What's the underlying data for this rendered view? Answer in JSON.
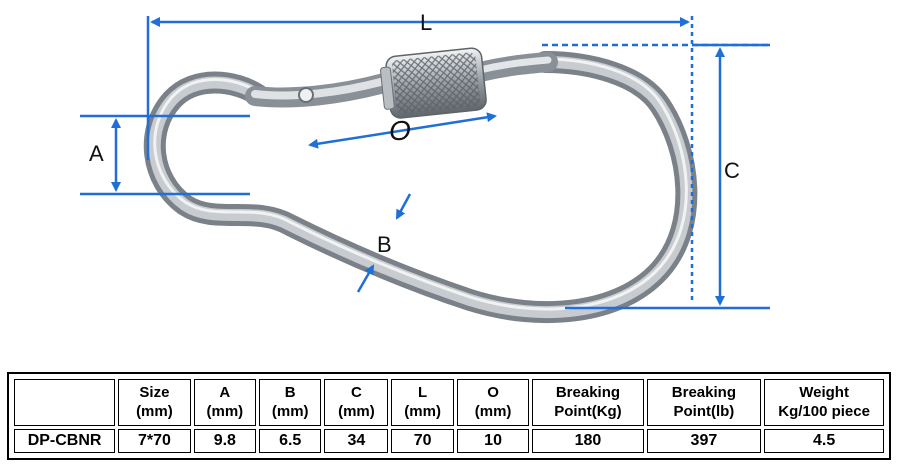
{
  "dimension_labels": {
    "L": "L",
    "A": "A",
    "B": "B",
    "C": "C",
    "O": "O"
  },
  "colors": {
    "dimension_line": "#1f6fd6",
    "steel": "#9aa0a6"
  },
  "table": {
    "headers": [
      {
        "line1": "",
        "line2": ""
      },
      {
        "line1": "Size",
        "line2": "(mm)"
      },
      {
        "line1": "A",
        "line2": "(mm)"
      },
      {
        "line1": "B",
        "line2": "(mm)"
      },
      {
        "line1": "C",
        "line2": "(mm)"
      },
      {
        "line1": "L",
        "line2": "(mm)"
      },
      {
        "line1": "O",
        "line2": "(mm)"
      },
      {
        "line1": "Breaking",
        "line2": "Point(Kg)"
      },
      {
        "line1": "Breaking",
        "line2": "Point(lb)"
      },
      {
        "line1": "Weight",
        "line2": "Kg/100 piece"
      }
    ],
    "rows": [
      [
        "DP-CBNR",
        "7*70",
        "9.8",
        "6.5",
        "34",
        "70",
        "10",
        "180",
        "397",
        "4.5"
      ]
    ]
  }
}
